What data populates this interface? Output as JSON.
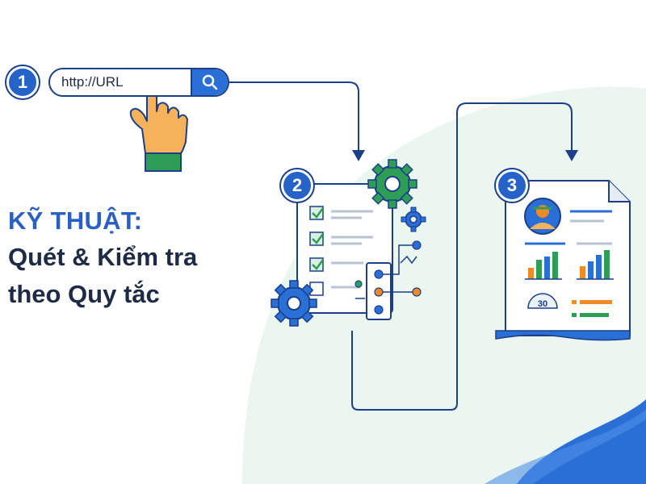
{
  "steps": [
    {
      "number": "1"
    },
    {
      "number": "2"
    },
    {
      "number": "3"
    }
  ],
  "url_bar": {
    "text": "http://URL"
  },
  "headline": {
    "line1": "KỸ THUẬT:",
    "line2": "Quét & Kiểm tra",
    "line3": "theo Quy tắc"
  },
  "report": {
    "gauge_value": "30"
  },
  "icons": {
    "search": "search-icon",
    "pointer": "hand-pointer-icon",
    "gear": "gear-icon",
    "checklist": "checklist-icon",
    "report": "report-document-icon"
  },
  "colors": {
    "primary_blue": "#2a6fd6",
    "dark_navy": "#1b3f8a",
    "green": "#2e9e57",
    "orange": "#f08a24",
    "mint_background": "#eaf6ef"
  }
}
